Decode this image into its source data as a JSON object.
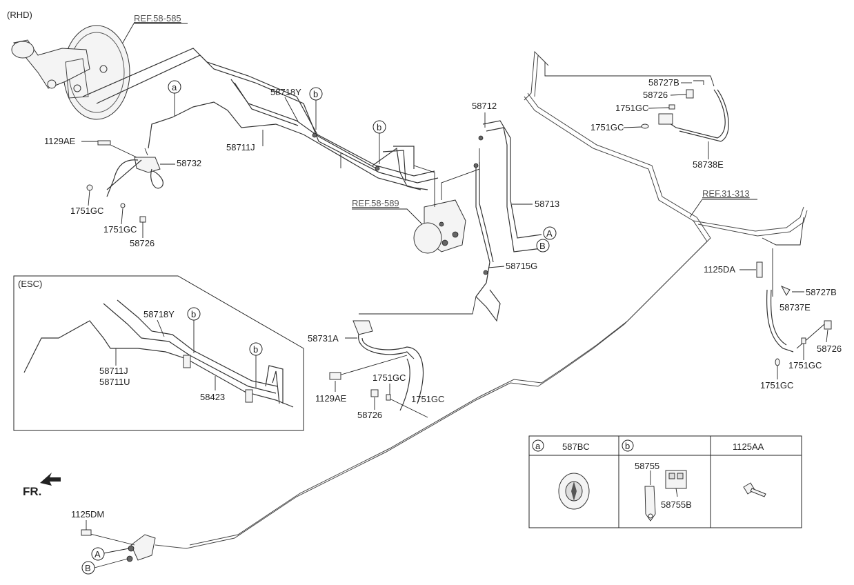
{
  "variant_rhd": "(RHD)",
  "variant_esc": "(ESC)",
  "references": {
    "booster": "REF.58-585",
    "hecu": "REF.58-589",
    "fuel": "REF.31-313"
  },
  "front_label": "FR.",
  "callouts": [
    {
      "id": "58718Y-a",
      "text": "58718Y"
    },
    {
      "id": "58711J-a",
      "text": "58711J"
    },
    {
      "id": "1129AE-a",
      "text": "1129AE"
    },
    {
      "id": "58732",
      "text": "58732"
    },
    {
      "id": "58423-a",
      "text": "58423"
    },
    {
      "id": "1751GC-1",
      "text": "1751GC"
    },
    {
      "id": "1751GC-2",
      "text": "1751GC"
    },
    {
      "id": "58726-1",
      "text": "58726"
    },
    {
      "id": "58712",
      "text": "58712"
    },
    {
      "id": "58713",
      "text": "58713"
    },
    {
      "id": "58715G",
      "text": "58715G"
    },
    {
      "id": "58731A",
      "text": "58731A"
    },
    {
      "id": "1129AE-b",
      "text": "1129AE"
    },
    {
      "id": "1751GC-3",
      "text": "1751GC"
    },
    {
      "id": "1751GC-4",
      "text": "1751GC"
    },
    {
      "id": "58726-2",
      "text": "58726"
    },
    {
      "id": "58727B-1",
      "text": "58727B"
    },
    {
      "id": "58726-3",
      "text": "58726"
    },
    {
      "id": "1751GC-5",
      "text": "1751GC"
    },
    {
      "id": "1751GC-6",
      "text": "1751GC"
    },
    {
      "id": "58738E",
      "text": "58738E"
    },
    {
      "id": "1125DA",
      "text": "1125DA"
    },
    {
      "id": "58727B-2",
      "text": "58727B"
    },
    {
      "id": "58737E",
      "text": "58737E"
    },
    {
      "id": "58726-4",
      "text": "58726"
    },
    {
      "id": "1751GC-7",
      "text": "1751GC"
    },
    {
      "id": "1751GC-8",
      "text": "1751GC"
    },
    {
      "id": "1125DM",
      "text": "1125DM"
    },
    {
      "id": "58718Y-b",
      "text": "58718Y"
    },
    {
      "id": "58711J-b",
      "text": "58711J"
    },
    {
      "id": "58711U",
      "text": "58711U"
    },
    {
      "id": "58423-b",
      "text": "58423"
    }
  ],
  "circle_markers": {
    "a": "a",
    "b": "b",
    "A": "A",
    "B": "B"
  },
  "legend": {
    "headers": [
      {
        "marker": "a",
        "part": "587BC"
      },
      {
        "marker": "b",
        "part": ""
      },
      {
        "marker": "",
        "part": "1125AA"
      }
    ],
    "b_parts": [
      "58755",
      "58755B"
    ]
  }
}
